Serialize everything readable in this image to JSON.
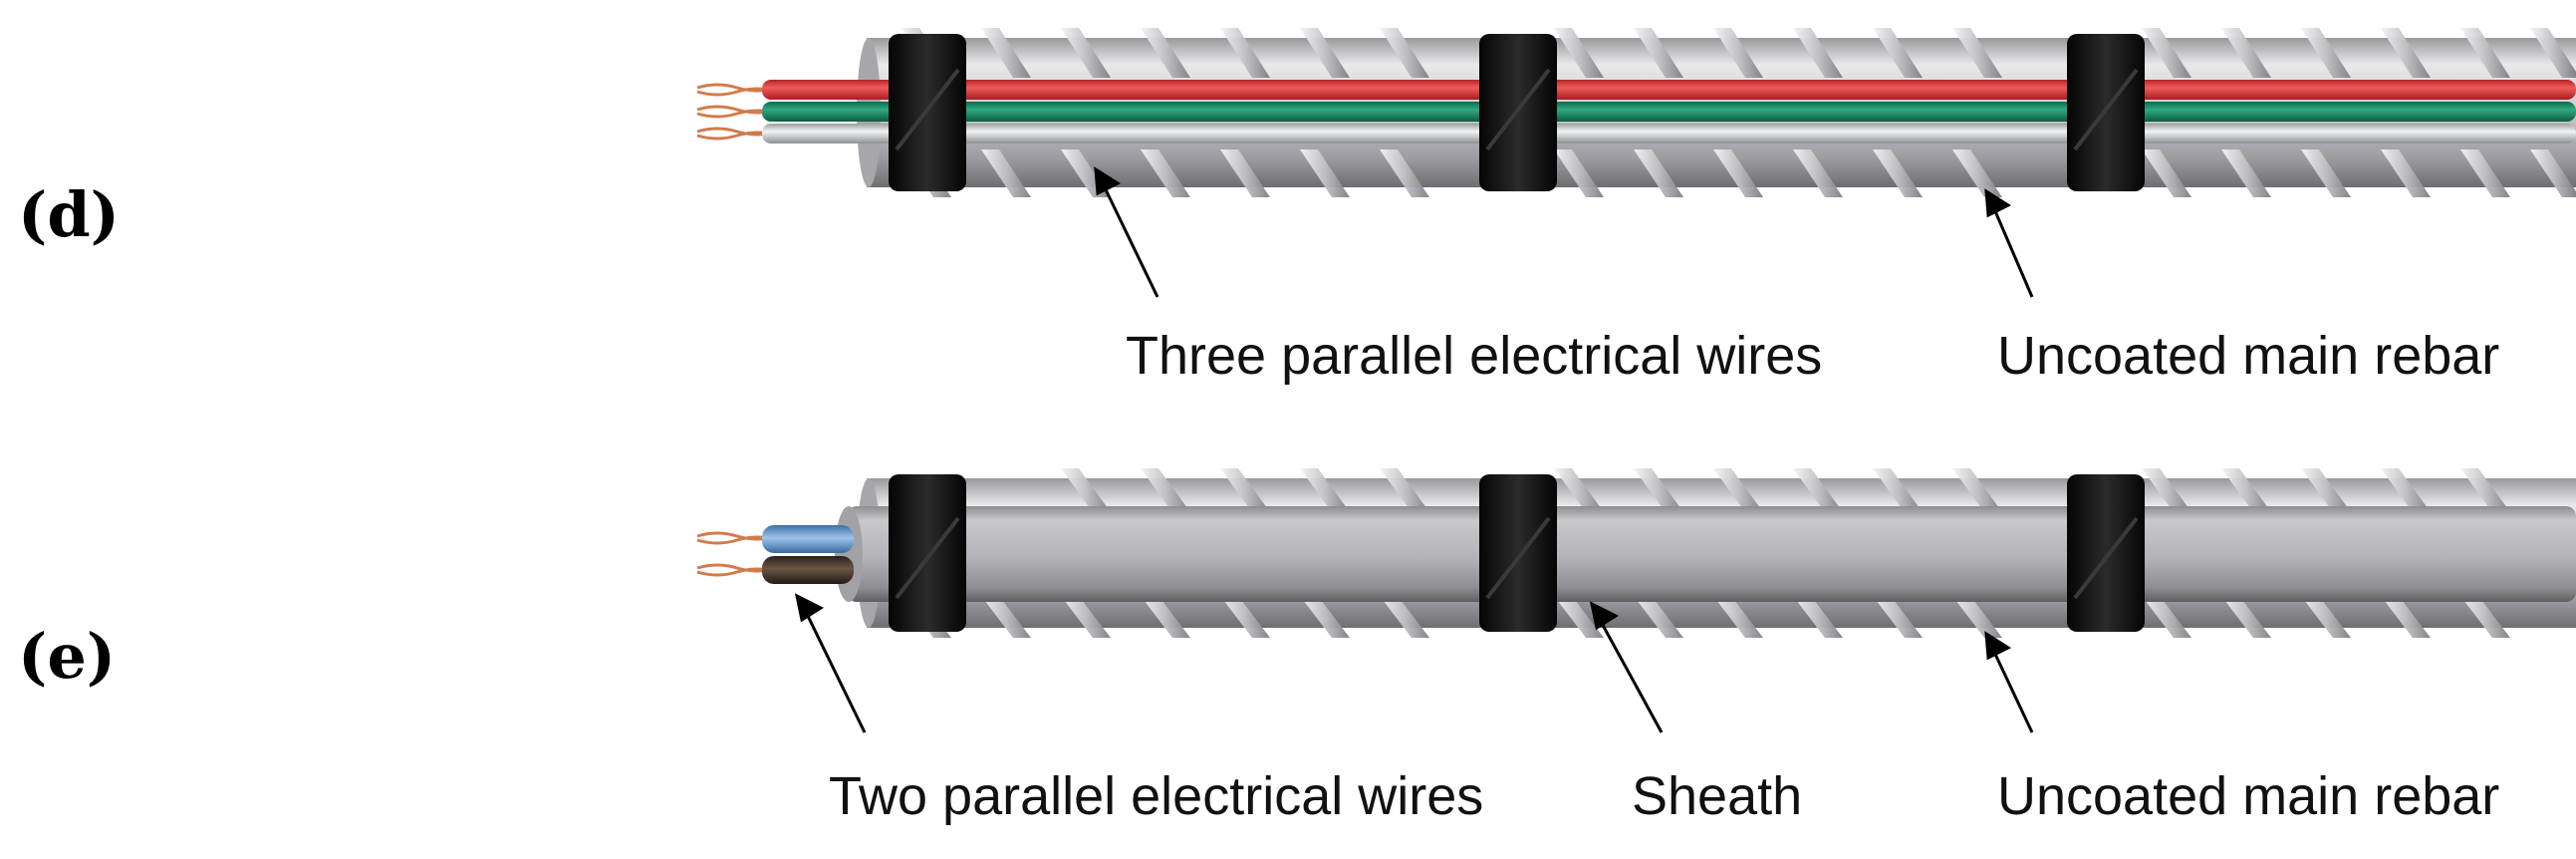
{
  "panels": [
    {
      "id": "d",
      "label": "(d)",
      "wire_colors": [
        "#e0393b",
        "#1f8a67",
        "#c9ccce"
      ],
      "callouts": {
        "wires": "Three parallel electrical wires",
        "rebar": "Uncoated main rebar"
      }
    },
    {
      "id": "e",
      "label": "(e)",
      "wire_colors": [
        "#6f9ed3",
        "#4a3a32"
      ],
      "callouts": {
        "wires": "Two parallel electrical wires",
        "sheath": "Sheath",
        "rebar": "Uncoated main rebar"
      }
    }
  ],
  "colors": {
    "rebar_light": "#e7e7e9",
    "rebar_dark": "#8a8a8e",
    "rib": "#bdbdc2",
    "tie_band": "#141414",
    "copper": "#d27b4a",
    "sheath": "#b7b7ba"
  }
}
